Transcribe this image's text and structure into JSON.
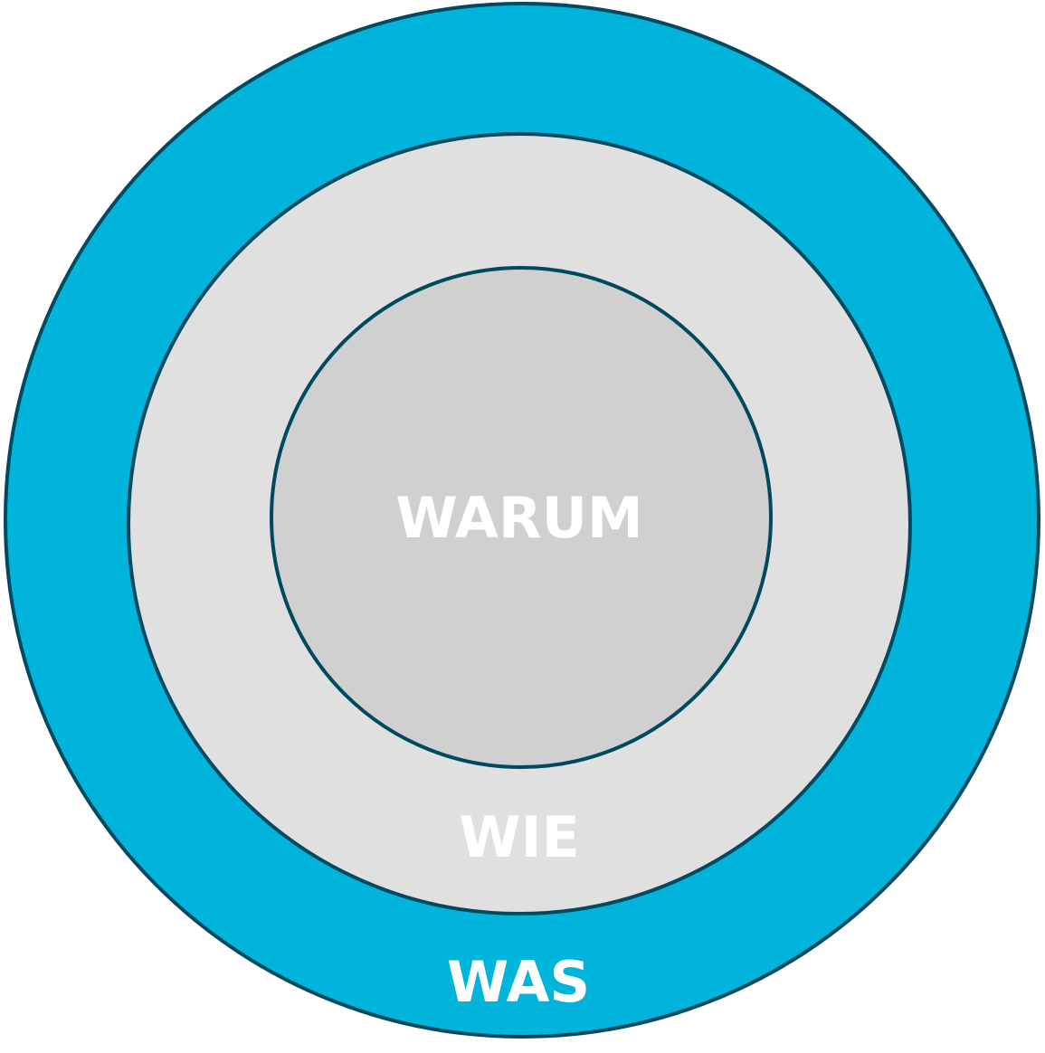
{
  "labels": {
    "outer": "WAS",
    "middle": "WIE",
    "inner": "WARUM"
  },
  "colors": {
    "outer": "#00b4dc",
    "middle": "#e0e0e0",
    "inner": "#d0d0d0",
    "stroke": "#004a60",
    "text": "#ffffff"
  }
}
